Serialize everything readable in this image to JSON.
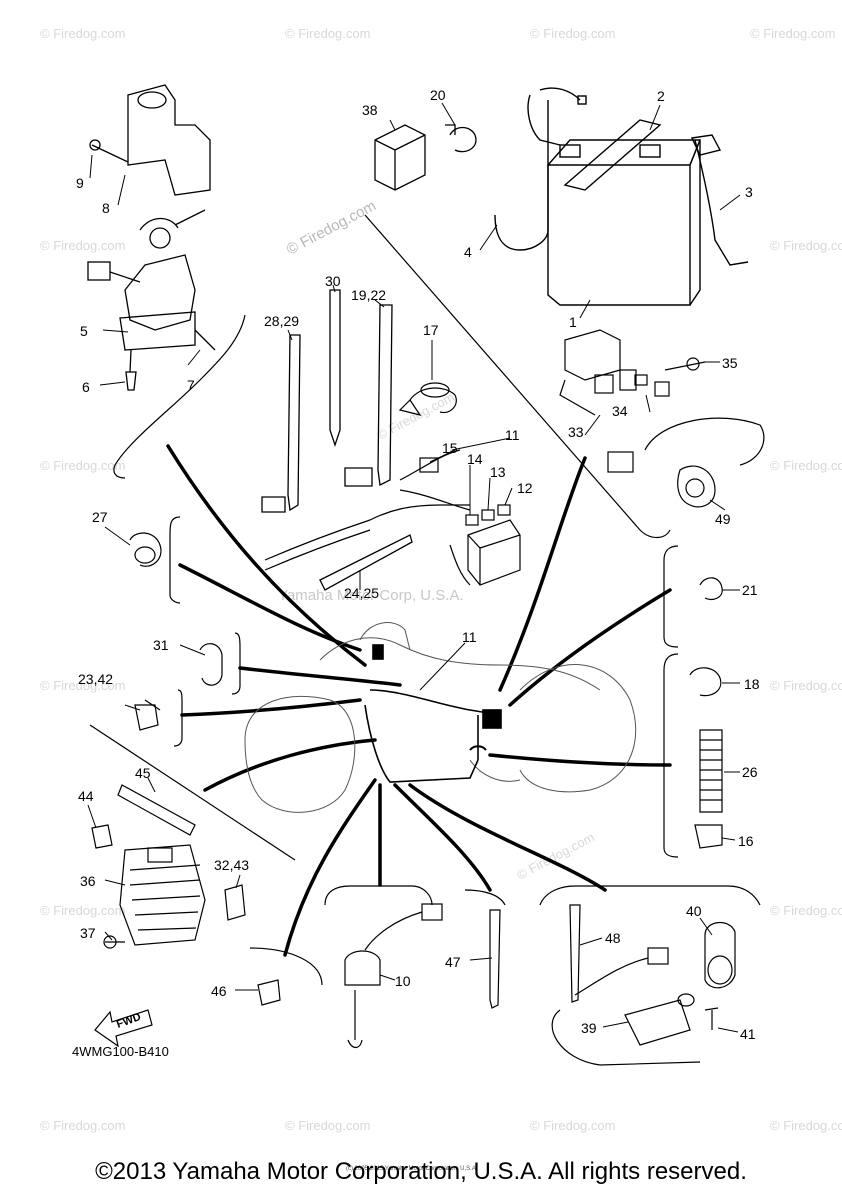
{
  "diagram": {
    "part_code": "4WMG100-B410",
    "fwd_label": "FWD",
    "ghost_text": "Yamaha Motor Corp, U.S.A.",
    "tiny_credit": "(c) 2005-2015 Yamaha Motor Corporation, U.S.A.",
    "watermark_text": "© Firedog.com",
    "callouts": {
      "c1": "1",
      "c2": "2",
      "c3": "3",
      "c4": "4",
      "c5": "5",
      "c6": "6",
      "c7": "7",
      "c8": "8",
      "c9": "9",
      "c10": "10",
      "c11a": "11",
      "c11b": "11",
      "c12": "12",
      "c13": "13",
      "c14": "14",
      "c15": "15",
      "c16": "16",
      "c17": "17",
      "c18": "18",
      "c19_22": "19,22",
      "c20": "20",
      "c21": "21",
      "c23_42": "23,42",
      "c24_25": "24,25",
      "c26": "26",
      "c27": "27",
      "c28_29": "28,29",
      "c30": "30",
      "c31": "31",
      "c32_43": "32,43",
      "c33": "33",
      "c34": "34",
      "c35": "35",
      "c36": "36",
      "c37": "37",
      "c38": "38",
      "c39": "39",
      "c40": "40",
      "c41": "41",
      "c44": "44",
      "c45": "45",
      "c46": "46",
      "c47": "47",
      "c48": "48",
      "c49": "49"
    }
  },
  "footer": {
    "copyright": "©2013 Yamaha Motor Corporation, U.S.A. All rights reserved."
  }
}
